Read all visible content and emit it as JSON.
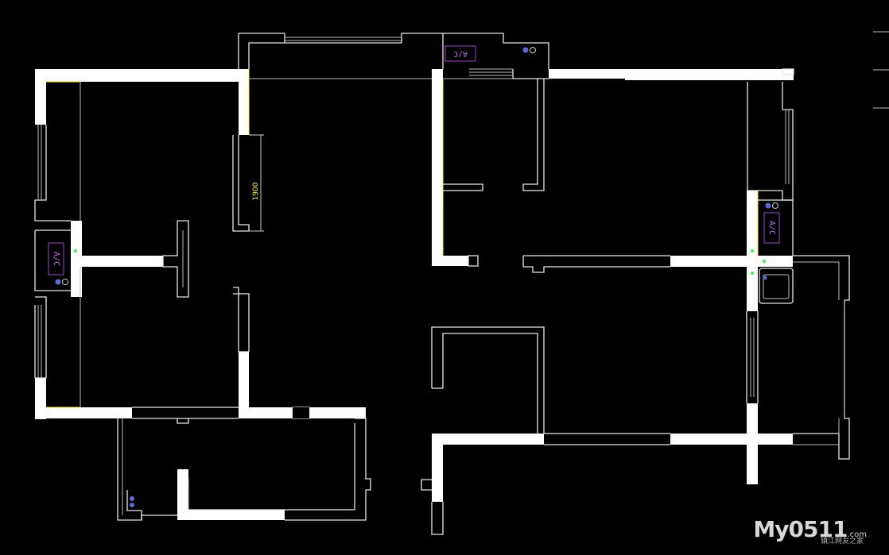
{
  "drawing": {
    "dimension_label": "1900",
    "ac_labels": [
      "A/C",
      "A/C",
      "A/C"
    ]
  },
  "watermark": {
    "brand": "My0511",
    "domain": ".com",
    "subtitle": "镇江网友之家"
  },
  "colors": {
    "background": "#000000",
    "wall": "#ffffff",
    "line": "#e6e6e6",
    "ac_outline": "#a040d0",
    "dimension_text": "#ffff33",
    "fixture_dot": "#5a6ad8",
    "marker": "#22ff44"
  }
}
